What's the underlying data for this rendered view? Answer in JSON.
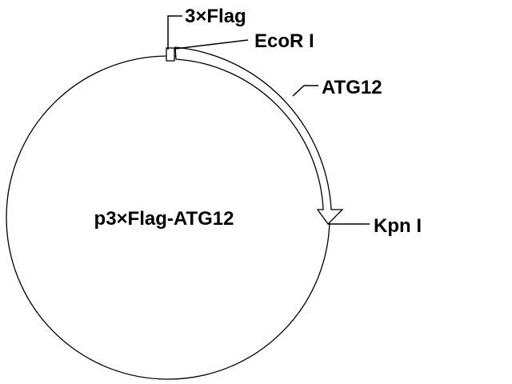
{
  "plasmid": {
    "name": "p3×Flag-ATG12"
  },
  "features": {
    "tag": "3×Flag",
    "gene": "ATG12"
  },
  "sites": {
    "site_5prime": "EcoR I",
    "site_3prime": "Kpn I"
  },
  "colors": {
    "stroke": "#000000",
    "background": "#ffffff",
    "fill": "#ffffff"
  }
}
